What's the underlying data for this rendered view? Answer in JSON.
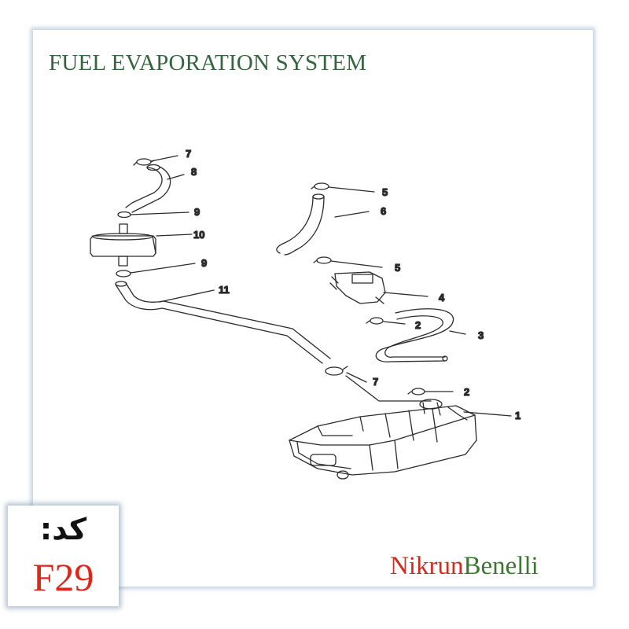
{
  "title": "FUEL EVAPORATION SYSTEM",
  "callouts": {
    "c1": "1",
    "c2a": "2",
    "c2b": "2",
    "c3": "3",
    "c4": "4",
    "c5a": "5",
    "c5b": "5",
    "c6": "6",
    "c7a": "7",
    "c7b": "7",
    "c8": "8",
    "c9a": "9",
    "c9b": "9",
    "c10": "10",
    "c11": "11"
  },
  "code_label": "کد:",
  "code_value": "F29",
  "brand": {
    "part1": "Nikrun",
    "part2": "Benelli"
  },
  "colors": {
    "title": "#34653f",
    "code": "#e0261a",
    "brand_red": "#d52a1c",
    "brand_green": "#3a7a2f"
  }
}
